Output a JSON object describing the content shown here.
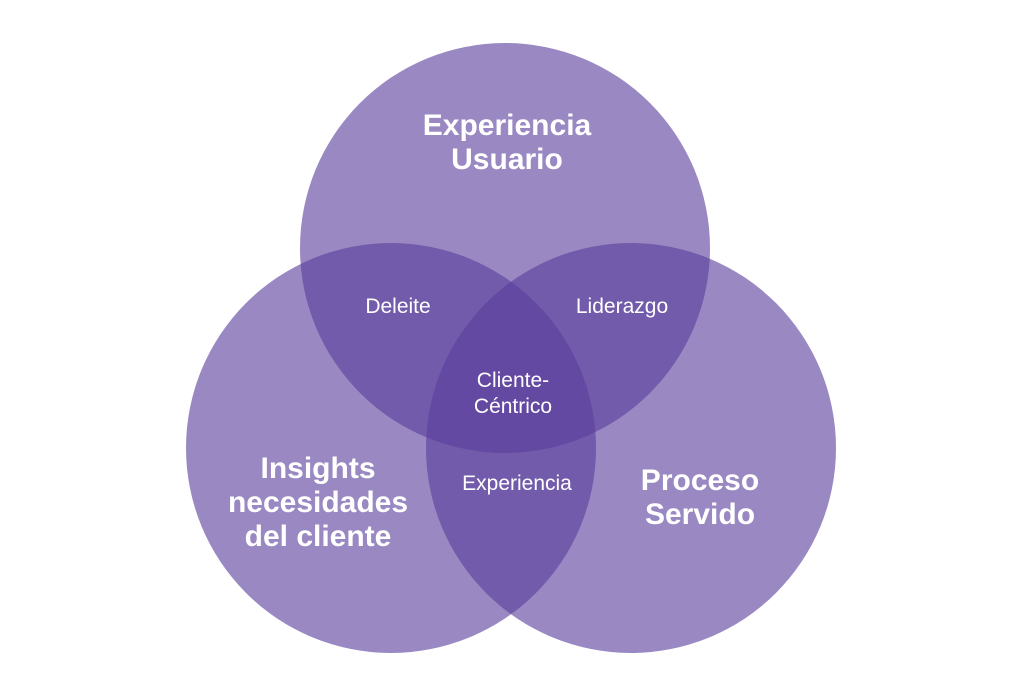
{
  "colors": {
    "circle_fill": "#5a3f9c",
    "background": "#ffffff",
    "text": "#ffffff"
  },
  "diagram": {
    "type": "venn-3",
    "sets": {
      "top": "Experiencia\nUsuario",
      "left": "Insights\nnecesidades\ndel cliente",
      "right": "Proceso\nServido"
    },
    "intersections": {
      "top_left": "Deleite",
      "top_right": "Liderazgo",
      "left_right": "Experiencia",
      "center": "Cliente-\nCéntrico"
    }
  }
}
